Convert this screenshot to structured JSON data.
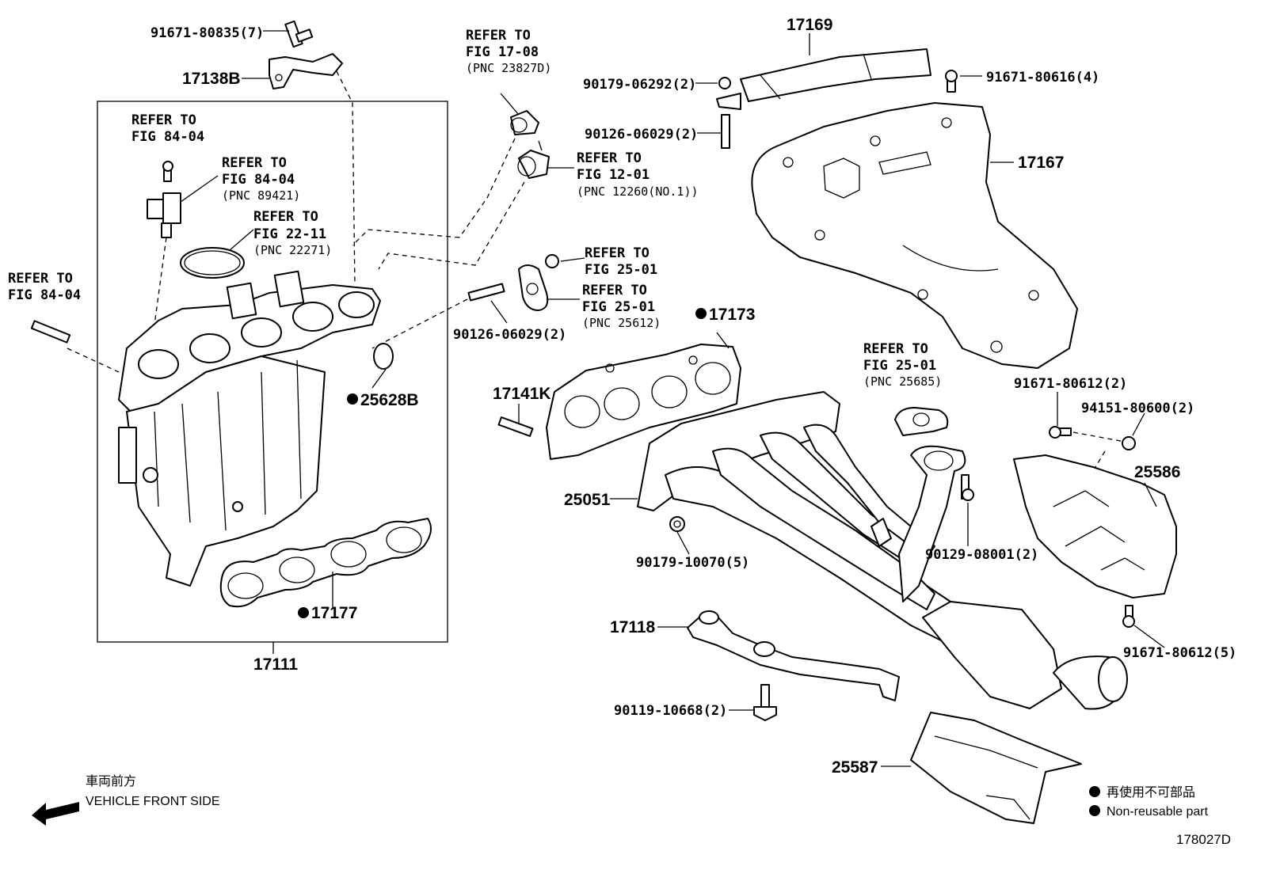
{
  "diagram": {
    "figure_id": "178027D",
    "parts": {
      "p17169": "17169",
      "p17167": "17167",
      "p17138B": "17138B",
      "p17111": "17111",
      "p17173": "17173",
      "p17141K": "17141K",
      "p25051": "25051",
      "p25628B": "25628B",
      "p17177": "17177",
      "p17118": "17118",
      "p25586": "25586",
      "p25587": "25587"
    },
    "fasteners": {
      "f91671_80835": "91671-80835(7)",
      "f90179_06292": "90179-06292(2)",
      "f91671_80616": "91671-80616(4)",
      "f90126_06029_top": "90126-06029(2)",
      "f90126_06029_mid": "90126-06029(2)",
      "f91671_80612_a": "91671-80612(2)",
      "f94151_80600": "94151-80600(2)",
      "f90179_10070": "90179-10070(5)",
      "f90129_08001": "90129-08001(2)",
      "f91671_80612_b": "91671-80612(5)",
      "f90119_10668": "90119-10668(2)"
    },
    "refs": {
      "r1": {
        "l1": "REFER TO",
        "l2": "FIG 17-08",
        "l3": "(PNC 23827D)"
      },
      "r2": {
        "l1": "REFER TO",
        "l2": "FIG 12-01",
        "l3": "(PNC 12260(NO.1))"
      },
      "r3": {
        "l1": "REFER TO",
        "l2": "FIG 84-04"
      },
      "r4": {
        "l1": "REFER TO",
        "l2": "FIG 84-04",
        "l3": "(PNC 89421)"
      },
      "r5": {
        "l1": "REFER TO",
        "l2": "FIG 22-11",
        "l3": "(PNC 22271)"
      },
      "r6": {
        "l1": "REFER TO",
        "l2": "FIG 84-04"
      },
      "r7": {
        "l1": "REFER TO",
        "l2": "FIG 25-01"
      },
      "r8": {
        "l1": "REFER TO",
        "l2": "FIG 25-01",
        "l3": "(PNC 25612)"
      },
      "r9": {
        "l1": "REFER TO",
        "l2": "FIG 25-01",
        "l3": "(PNC 25685)"
      }
    },
    "front": {
      "jp": "車両前方",
      "en": "VEHICLE FRONT SIDE"
    },
    "legend": {
      "jp": "再使用不可部品",
      "en": "Non-reusable part"
    }
  }
}
